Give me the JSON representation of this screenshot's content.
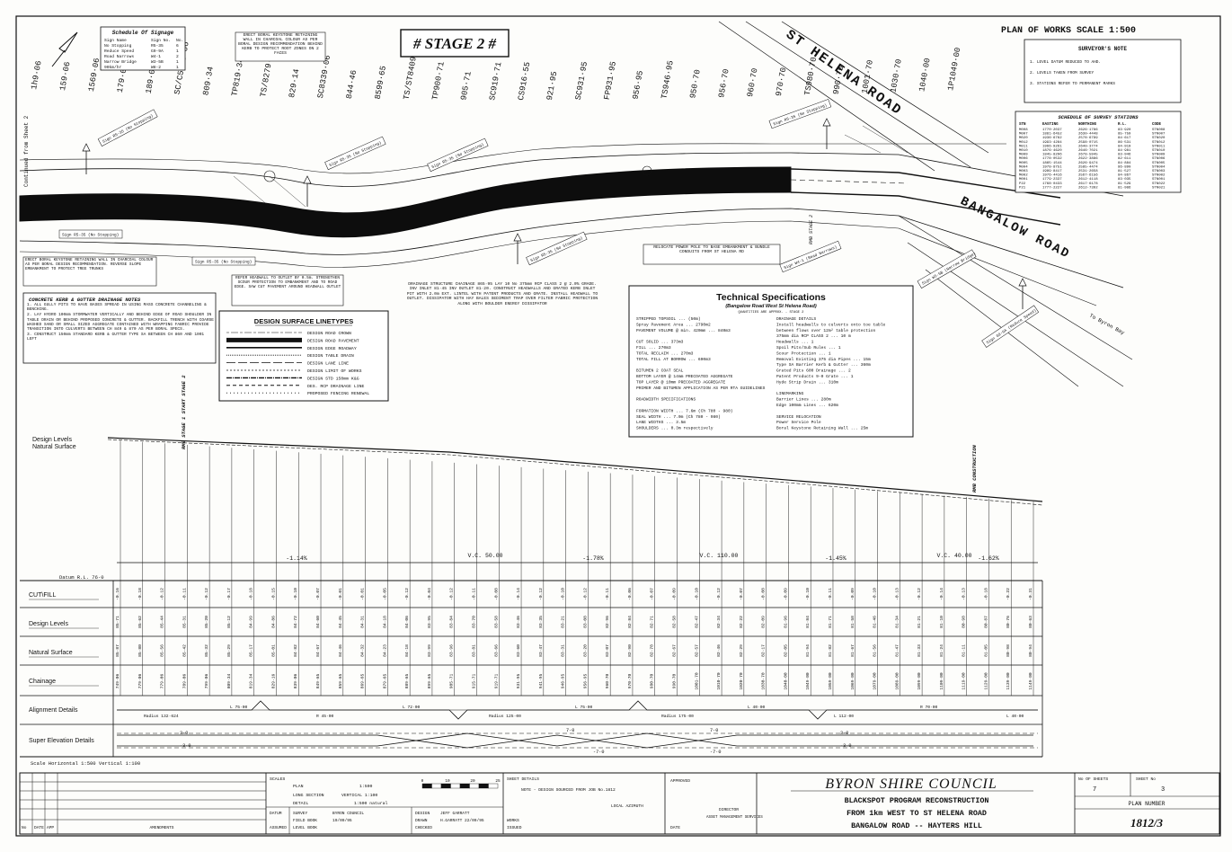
{
  "header": {
    "plan_title": "PLAN OF WORKS SCALE 1:500",
    "stage": "# STAGE 2 #",
    "continued": "Continued from Sheet 2"
  },
  "roads": {
    "st_helena": "ST HELENA ROAD",
    "bangalow": "BANGALOW ROAD",
    "to_byron": "To Byron Bay"
  },
  "chainage_top": [
    "1h9·06",
    "159·06",
    "1569·06",
    "179·06",
    "189·06",
    "SC/C5799·06",
    "809·34",
    "TP819·34",
    "TS/8279·16",
    "829·14",
    "SC8339·06",
    "844·46",
    "8599·65",
    "TS/ST8409·65",
    "TP900·71",
    "905·71",
    "SC919·71",
    "CS916·55",
    "921·95",
    "SC931·95",
    "FP931·95",
    "956·95",
    "TS946·95",
    "950·70",
    "956·70",
    "960·70",
    "970·70",
    "TS980·70",
    "990·70",
    "1001·70",
    "1030·70",
    "1040·00",
    "1P1049·00"
  ],
  "signage": {
    "title": "Schedule Of Signage",
    "rows": [
      [
        "Sign Name",
        "Sign No.",
        "No."
      ],
      [
        "No Stopping",
        "R5-35",
        "6"
      ],
      [
        "Reduce Speed",
        "G9-9A",
        "1"
      ],
      [
        "Road Narrows",
        "W4-1",
        "2"
      ],
      [
        "Narrow Bridge",
        "W3-5B",
        "1"
      ],
      [
        "90km/hr",
        "W8-2",
        "1"
      ]
    ]
  },
  "surveyor_note": {
    "title": "SURVEYOR'S NOTE",
    "lines": [
      "1. LEVEL DATUM REDUCED TO AHD.",
      "2. LEVELS TAKEN FROM SURVEY",
      "3. STATIONS REFER TO PERMANENT MARKS"
    ]
  },
  "survey_stations": {
    "title": "SCHEDULE OF SURVEY STATIONS",
    "headers": [
      "STN",
      "EASTING",
      "NORTHING",
      "R.L.",
      "CODE"
    ],
    "rows": [
      [
        "M008",
        "1770·2037",
        "2626·1786",
        "83·920",
        "STN008"
      ],
      [
        "M007",
        "1881·6452",
        "2630·4448",
        "85·759",
        "STN007"
      ],
      [
        "M020",
        "1936·6762",
        "2578·6799",
        "84·617",
        "STN020"
      ],
      [
        "M012",
        "1993·4284",
        "2598·0715",
        "86·531",
        "STN012"
      ],
      [
        "M011",
        "1966·9261",
        "2640·3774",
        "84·919",
        "STN011"
      ],
      [
        "M010",
        "1876·4620",
        "2646·7021",
        "84·981",
        "STN010"
      ],
      [
        "M009",
        "1845·8296",
        "2678·5945",
        "83·946",
        "STN009"
      ],
      [
        "M006",
        "1778·0532",
        "2622·3886",
        "82·611",
        "STN006"
      ],
      [
        "M005",
        "1865·1544",
        "2626·9474",
        "84·884",
        "STN005"
      ],
      [
        "M004",
        "1978·8751",
        "2585·4474",
        "86·890",
        "STN004"
      ],
      [
        "M003",
        "1989·8417",
        "2531·2658",
        "81·527",
        "STN003"
      ],
      [
        "M002",
        "1976·4416",
        "2567·6156",
        "84·867",
        "STN002"
      ],
      [
        "M001",
        "1779·2337",
        "2612·4118",
        "83·035",
        "STN001"
      ],
      [
        "P22",
        "1768·0433",
        "2617·6178",
        "81·529",
        "STN022"
      ],
      [
        "P21",
        "1777·2227",
        "2612·7392",
        "81·986",
        "STN021"
      ]
    ]
  },
  "callouts": {
    "erect_wall": "ERECT BORAL KEYSTONE RETAINING WALL IN CHARCOAL COLOUR AS PER BORAL DESIGN RECOMMENDATION BEHIND KERB TO PROTECT ROOT ZONES ON 2 FACES",
    "erect_wall_2": "ERECT BORAL KEYSTONE RETAINING WALL IN CHARCOAL COLOUR AS PER BORAL DESIGN RECOMMENDATION. REVERSE SLOPE EMBANKMENT TO PROTECT TREE TRUNKS",
    "headwall": "REFER HEADWALL TO OUTLET BY 0.5m. STRENGTHEN SCOUR PROTECTION TO EMBANKMENT AND TO ROAD EDGE. SAW CUT PAVEMENT AROUND HEADWALL OUTLET",
    "drainage": "DRAINAGE STRUCTURE CHAINAGE 865·95 LAY 10 No 375mm RCP CLASS 2 @ 2.0% GRADE. INV INLET 81·45 INV OUTLET 81·20. CONSTRUCT HEADWALLS AND GRATED KERB INLET PIT WITH 2.0m EXT. LINTEL WITH PATENT PRODUCTS AND GRATE. INSTALL HEADWALL TO OUTLET. DISSIPATOR WITH HAY BALES SEDIMENT TRAP OVER FILTER FABRIC PROTECTION ALONG WITH BOULDER ENERGY DISSIPATOR",
    "relocate_pole": "RELOCATE POWER POLE TO BASE EMBANKMENT & BUNDLE CONDUITS FROM ST HELENA RD",
    "sign_no_stopping": "Sign R5-35 (No Stopping)",
    "sign_no_stopping_2": "Sign R5-35 (No Stopping)",
    "sign_no_stopping_3": "Sign R5-35 (No Stopping)",
    "sign_no_stopping_4": "Sign R5-35 (No Stopping)",
    "sign_no_stopping_5": "Sign R5-35 (No Stopping)",
    "sign_no_stopping_6": "Sign R5-35 (No Stopping)",
    "sign_no_stopping_7": "Sign R5-35 (No Stopping)",
    "sign_road_narrows": "Sign W4-1 (Road Narrows)",
    "sign_narrow_bridge": "Sign W3-5B (Narrow Bridge)",
    "sign_reduce_speed": "Sign G9-9A (Reduce Speed)",
    "bangalow_note": "BANGALOW ROAD",
    "rmb_stage2": "RMB STAGE 2",
    "rmb_stage1": "RMB STAGE 1 START STAGE 2",
    "rmb_construction": "RMB CONSTRUCTION"
  },
  "concrete_notes": {
    "title": "CONCRETE KERB & GUTTER DRAINAGE NOTES",
    "lines": [
      "1. ALL GULLY PITS TO HAVE BASES SPREAD IN USING MASS CONCRETE CHANNELING & BENCHING.",
      "2. LAY HYDRO 100mm STORMWATER VERTICALLY AND BEHIND EDGE OF ROAD SHOULDER IN TABLE DRAIN OR BEHIND PROPOSED CONCRETE & GUTTER. BACKFILL TRENCH WITH COARSE WASHED SAND OR SMALL SIZED AGGREGATE CONTAINED WITH WRAPPING FABRIC PROVIDE TRANSITION INTO CULVERTS BETWEEN CH 849 & 870 AS PER BORAL SPECS.",
      "3. CONSTRUCT 150mm STANDARD KERB & GUTTER TYPE SA BETWEEN CH 860 AND 1001 LEFT"
    ]
  },
  "linetypes": {
    "title": "DESIGN SURFACE LINETYPES",
    "items": [
      "DESIGN ROAD CROWN",
      "DESIGN ROAD PAVEMENT",
      "DESIGN EDGE ROADWAY",
      "DESIGN TABLE DRAIN",
      "DESIGN LANE LINE",
      "DESIGN LIMIT OF WORKS",
      "DESIGN STD 150mm K&G",
      "DES. RCP DRAINAGE LINE",
      "PROPOSED FENCING RENEWAL"
    ]
  },
  "specs": {
    "title": "Technical Specifications",
    "subtitle": "(Bangalow Road West St Helena Road)",
    "subtitle2": "QUANTITIES ARE APPROX. - STAGE 2",
    "left": [
      "STRIPPED TOPSOIL ... (50m)",
      "Spray Pavement Area ... 2790m2",
      "PAVEMENT VOLUME @ min. 420mm ... 840m3",
      "",
      "CUT SOLID ... 373m3",
      "FILL ... 270m3",
      "TOTAL RECLAIM ... 270m3",
      "TOTAL FILL AT BORROW ... 690m3",
      "",
      "BITUMEN 2 COAT SEAL",
      "BOTTOM LAYER @ 14mm PRECOATED AGGREGATE",
      "TOP LAYER @ 10mm PRECOATED AGGREGATE",
      "PRIMER AND BITUMEN APPLICATION AS PER RTA GUIDELINES",
      "",
      "ROADWIDTH SPECIFICATIONS",
      "",
      "FORMATION WIDTH ... 7.6m (Ch 780 - 980)",
      "SEAL WIDTH ... 7.0m (Ch 780 - 980)",
      "LANE WIDTHS ... 3.5m",
      "SHOULDERS ... 0.3m respectively"
    ],
    "right": [
      "DRAINAGE DETAILS",
      "Install headwalls to culverts onto toe table",
      "between flows over 12m² table protection",
      "375mm dia RCP CLASS 2 ... 10 m",
      "Headwalls ... 1",
      "Spoil Pits/Sub Rules ... 1",
      "Scour Protection ... 1",
      "Removal Existing 375 dia Pipes ... 15m",
      "Type SA Barrier Kerb & Gutter ... 360m",
      "Grated Pits 600 Drainage ... 2",
      "Patent Products 9-0 Grate ... 1",
      "Hyde Strip Drain ... 310m",
      "",
      "LINEMARKING",
      "Barrier Lines ... 280m",
      "Edge 100mm Lines ... 620m",
      "",
      "SERVICE RELOCATION",
      "Power Service Pole",
      "Boral Keystone Retaining Wall ... 25m"
    ]
  },
  "profile": {
    "label_design": "Design Levels",
    "label_natural": "Natural Surface",
    "datum": "Datum R.L. 76·0",
    "rows": [
      "CUT\\FILL",
      "Design Levels",
      "Natural Surface",
      "Chainage",
      "Alignment Details",
      "Super Elevation Details"
    ],
    "grades": [
      "-1.14%",
      "-1.78%",
      "-1.45%",
      "-1.62%"
    ],
    "vc": [
      "V.C. 50.00",
      "V.C. 110.00",
      "V.C. 40.00"
    ],
    "cutfill": [
      "-0.16",
      "-0.18",
      "-0.12",
      "-0.11",
      "-0.12",
      "-0.17",
      "-0.18",
      "-0.15",
      "-0.10",
      "-0.07",
      "-0.01",
      "-0.01",
      "-0.05",
      "-0.12",
      "-0.04",
      "-0.12",
      "-0.11",
      "-0.08",
      "-0.14",
      "-0.12",
      "-0.10",
      "-0.12",
      "-0.11",
      "-0.06",
      "-0.07",
      "-0.09",
      "-0.10",
      "-0.12",
      "-0.07",
      "-0.08",
      "-0.09",
      "-0.10",
      "-0.11",
      "-0.09",
      "-0.10",
      "-0.13",
      "-0.12",
      "-0.14",
      "-0.13",
      "-0.18",
      "-0.22",
      "-0.31"
    ],
    "design": [
      "85·71",
      "85·62",
      "85·44",
      "85·31",
      "85·20",
      "85·12",
      "84·99",
      "84·86",
      "84·72",
      "84·60",
      "84·45",
      "84·31",
      "84·18",
      "84·06",
      "83·95",
      "83·84",
      "83·70",
      "83·58",
      "83·46",
      "83·35",
      "83·21",
      "83·08",
      "82·96",
      "82·84",
      "82·71",
      "82·58",
      "82·47",
      "82·34",
      "82·22",
      "82·09",
      "81·96",
      "81·84",
      "81·71",
      "81·58",
      "81·46",
      "81·34",
      "81·21",
      "81·10",
      "80·98",
      "80·87",
      "80·76",
      "80·63"
    ],
    "natural": [
      "85·87",
      "85·80",
      "85·56",
      "85·42",
      "85·32",
      "85·29",
      "85·17",
      "85·01",
      "84·82",
      "84·67",
      "84·46",
      "84·32",
      "84·23",
      "84·18",
      "83·99",
      "83·96",
      "83·81",
      "83·66",
      "83·60",
      "83·47",
      "83·31",
      "83·20",
      "83·07",
      "82·90",
      "82·78",
      "82·67",
      "82·57",
      "82·46",
      "82·29",
      "82·17",
      "82·05",
      "81·94",
      "81·82",
      "81·67",
      "81·56",
      "81·47",
      "81·33",
      "81·24",
      "81·11",
      "81·05",
      "80·98",
      "80·94"
    ],
    "chainage": [
      "749·06",
      "779·06",
      "779·06",
      "789·06",
      "799·06",
      "809·34",
      "819·34",
      "829·16",
      "839·06",
      "849·65",
      "859·65",
      "869·65",
      "879·65",
      "889·65",
      "899·65",
      "905·71",
      "915·71",
      "919·71",
      "931·95",
      "941·95",
      "946·95",
      "956·95",
      "960·70",
      "970·70",
      "980·70",
      "990·70",
      "1001·70",
      "1010·70",
      "1020·70",
      "1030·70",
      "1040·00",
      "1049·00",
      "1059·00",
      "1069·00",
      "1079·00",
      "1089·00",
      "1099·00",
      "1109·00",
      "1119·00",
      "1129·00",
      "1139·00",
      "1149·00"
    ],
    "alignment": [
      "Radius 132·624",
      "L 75·00",
      "R 45·00",
      "L 72·00",
      "Radius 125·00",
      "L 75·00",
      "Radius 175·00",
      "L 40·00",
      "L 112·00",
      "R 70·00",
      "L 40·00"
    ],
    "super": [
      "3·0",
      "-3·0",
      "7·0",
      "-7·0",
      "7·0",
      "-7·0",
      "3·0",
      "-3·0"
    ],
    "scale_note": "Scale  Horizontal 1:500  Vertical 1:100"
  },
  "title_block": {
    "scales_label": "SCALES",
    "plan": "PLAN",
    "long_section": "LONG SECTION",
    "detail": "DETAIL",
    "scale_plan": "1:500",
    "scale_vertical": "VERTICAL 1:100",
    "scale_natural": "1:500 natural",
    "bar_ticks": [
      "0",
      "10",
      "20",
      "25"
    ],
    "datum": "DATUM",
    "assumed": "ASSUMED",
    "survey": "SURVEY",
    "survey_val": "BYRON COUNCIL",
    "field_book": "FIELD BOOK",
    "field_book_val": "19/09/95",
    "level_book": "LEVEL BOOK",
    "design": "DESIGN",
    "design_val": "JEFF GARRATT",
    "drawn": "DRAWN",
    "drawn_val": "H.GARRATT 22/09/95",
    "checked": "CHECKED",
    "sheet_details": "SHEET DETAILS",
    "note": "NOTE - DESIGN SOURCED FROM JOB No.1812",
    "local_azimuth": "LOCAL AZIMUTH",
    "works": "WORKS",
    "issued": "ISSUED",
    "approved": "APPROVED",
    "director": "DIRECTOR",
    "asset": "ASSET MANAGEMENT SERVICES",
    "date": "DATE",
    "council": "BYRON   SHIRE   COUNCIL",
    "project_1": "BLACKSPOT PROGRAM RECONSTRUCTION",
    "project_2": "FROM 1km WEST TO ST HELENA ROAD",
    "project_3": "BANGALOW ROAD -- HAYTERS HILL",
    "no_of_sheets": "No OF SHEETS",
    "no_of_sheets_val": "7",
    "sheet_no": "SHEET No",
    "sheet_no_val": "3",
    "plan_number": "PLAN   NUMBER",
    "plan_number_val": "1812/3",
    "amend_no": "No",
    "amend_date": "DATE",
    "amend_app": "APP",
    "amendments": "AMENDMENTS"
  },
  "colors": {
    "ink": "#111111",
    "paper": "#fdfdfb",
    "road": "#0d0d0d"
  }
}
